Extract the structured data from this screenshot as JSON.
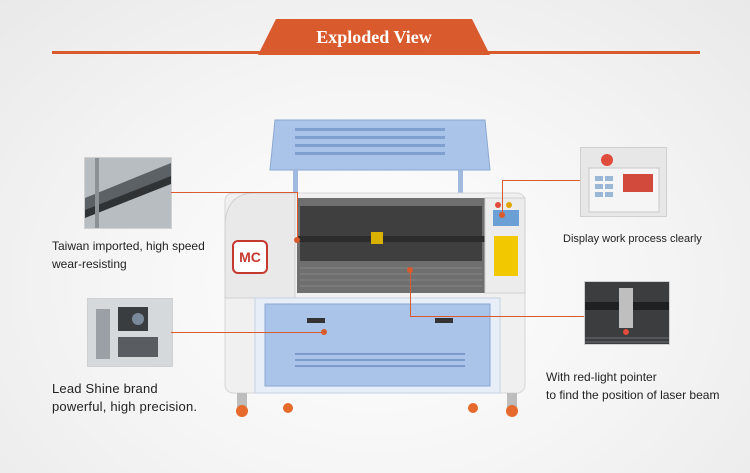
{
  "header": {
    "title": "Exploded View"
  },
  "callouts": {
    "rail": {
      "text_line1": "Taiwan imported, high speed",
      "text_line2": "wear-resisting"
    },
    "motor": {
      "text_line1": "Lead Shine brand",
      "text_line2": "powerful, high precision."
    },
    "panel": {
      "text": "Display work process clearly"
    },
    "laser": {
      "text_line1": "With red-light pointer",
      "text_line2": "to find the position of laser beam"
    }
  },
  "logo": {
    "text": "MC"
  },
  "colors": {
    "accent": "#d95a2c",
    "panel_blue": "#a7c3e8",
    "body_white": "#f2f2f2"
  }
}
